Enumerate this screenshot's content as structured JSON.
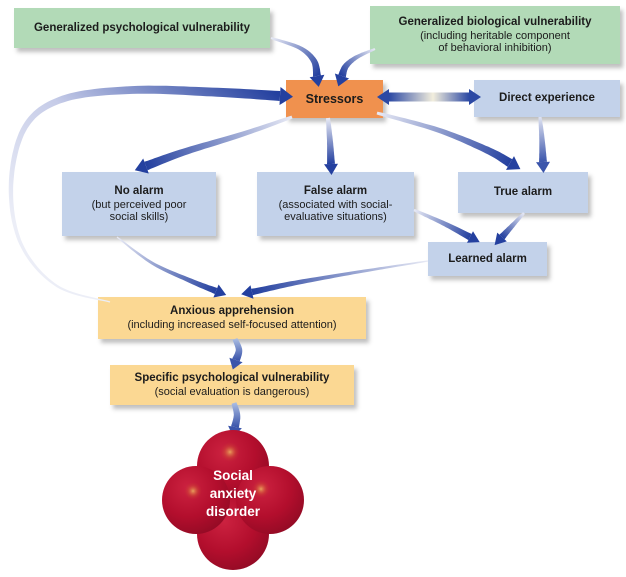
{
  "diagram": {
    "subject": "Social anxiety disorder causal model flow diagram"
  },
  "colors": {
    "box_green": "#b2dab7",
    "box_blue": "#c3d2ea",
    "box_orange": "#f0914e",
    "box_yellow": "#fbd893",
    "blob_red": "#b30e2d",
    "arrow_blue": "#24409f",
    "text": "#1c1c1c"
  },
  "nodes": {
    "gen_psych": {
      "label": "Generalized psychological vulnerability"
    },
    "gen_bio": {
      "label": "Generalized biological vulnerability",
      "sub": [
        "(including heritable component",
        "of behavioral inhibition)"
      ]
    },
    "stressors": {
      "label": "Stressors"
    },
    "direct_experience": {
      "label": "Direct experience"
    },
    "no_alarm": {
      "label": "No alarm",
      "sub": [
        "(but perceived poor",
        "social skills)"
      ]
    },
    "false_alarm": {
      "label": "False alarm",
      "sub": [
        "(associated with social-",
        "evaluative situations)"
      ]
    },
    "true_alarm": {
      "label": "True alarm"
    },
    "learned_alarm": {
      "label": "Learned alarm"
    },
    "anxious_apprehension": {
      "label": "Anxious apprehension",
      "sub": [
        "(including increased self-focused attention)"
      ]
    },
    "specific_vulnerability": {
      "label": "Specific psychological vulnerability",
      "sub": [
        "(social evaluation is dangerous)"
      ]
    },
    "disorder": {
      "lines": [
        "Social",
        "anxiety",
        "disorder"
      ]
    }
  },
  "edges": [
    {
      "from": "Generalized psychological vulnerability",
      "to": "Stressors"
    },
    {
      "from": "Generalized biological vulnerability",
      "to": "Stressors"
    },
    {
      "from": "Anxious apprehension",
      "to": "Stressors",
      "style": "long feedback loop"
    },
    {
      "from": "Stressors",
      "to": "Direct experience",
      "style": "bidirectional"
    },
    {
      "from": "Stressors",
      "to": "No alarm"
    },
    {
      "from": "Stressors",
      "to": "False alarm"
    },
    {
      "from": "Stressors",
      "to": "True alarm"
    },
    {
      "from": "Direct experience",
      "to": "True alarm"
    },
    {
      "from": "False alarm",
      "to": "Learned alarm"
    },
    {
      "from": "True alarm",
      "to": "Learned alarm"
    },
    {
      "from": "No alarm",
      "to": "Anxious apprehension"
    },
    {
      "from": "Learned alarm",
      "to": "Anxious apprehension"
    },
    {
      "from": "Anxious apprehension",
      "to": "Specific psychological vulnerability"
    },
    {
      "from": "Specific psychological vulnerability",
      "to": "Social anxiety disorder"
    }
  ]
}
